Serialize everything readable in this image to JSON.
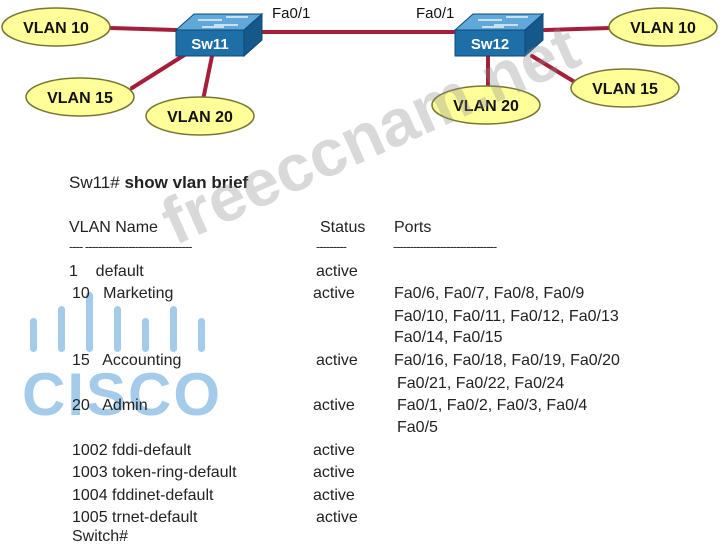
{
  "diagram": {
    "switches": [
      {
        "id": "sw11",
        "label": "Sw11"
      },
      {
        "id": "sw12",
        "label": "Sw12"
      }
    ],
    "trunk_ports": {
      "sw11": "Fa0/1",
      "sw12": "Fa0/1"
    },
    "vlan_nodes": {
      "sw11_vlan10": "VLAN 10",
      "sw11_vlan15": "VLAN 15",
      "sw11_vlan20": "VLAN 20",
      "sw12_vlan10": "VLAN 10",
      "sw12_vlan15": "VLAN 15",
      "sw12_vlan20": "VLAN 20"
    },
    "colors": {
      "ellipse_fill": "#ffff99",
      "ellipse_stroke": "#777733",
      "link": "#a51e3a",
      "switch_face": "#1e6fa8",
      "switch_top": "#5fa8d8"
    }
  },
  "cli": {
    "prompt": "Sw11#",
    "command": "show vlan brief",
    "headers": {
      "vlan_name": "VLAN Name",
      "status": "Status",
      "ports": "Ports"
    },
    "dashes": {
      "name": "---- --------------------------------",
      "status": "---------",
      "ports": "-------------------------------"
    },
    "rows": [
      {
        "vlan": "1    default",
        "status": "active",
        "ports": []
      },
      {
        "vlan": "10   Marketing",
        "status": "active",
        "ports": [
          "Fa0/6, Fa0/7, Fa0/8, Fa0/9",
          "Fa0/10, Fa0/11, Fa0/12, Fa0/13",
          "Fa0/14, Fa0/15"
        ]
      },
      {
        "vlan": "15   Accounting",
        "status": "active",
        "ports": [
          "Fa0/16, Fa0/18, Fa0/19, Fa0/20",
          "Fa0/21, Fa0/22, Fa0/24"
        ]
      },
      {
        "vlan": "20   Admin",
        "status": "active",
        "ports": [
          "Fa0/1, Fa0/2, Fa0/3, Fa0/4",
          "Fa0/5"
        ]
      },
      {
        "vlan": "1002 fddi-default",
        "status": "active",
        "ports": []
      },
      {
        "vlan": "1003 token-ring-default",
        "status": "active",
        "ports": []
      },
      {
        "vlan": "1004 fddinet-default",
        "status": "active",
        "ports": []
      },
      {
        "vlan": "1005 trnet-default",
        "status": "active",
        "ports": []
      }
    ],
    "end_prompt": "Switch#"
  },
  "watermark": {
    "site": "freeccnam.net",
    "logo_text": "CISCO",
    "logo_color": "#5aa0d7"
  }
}
